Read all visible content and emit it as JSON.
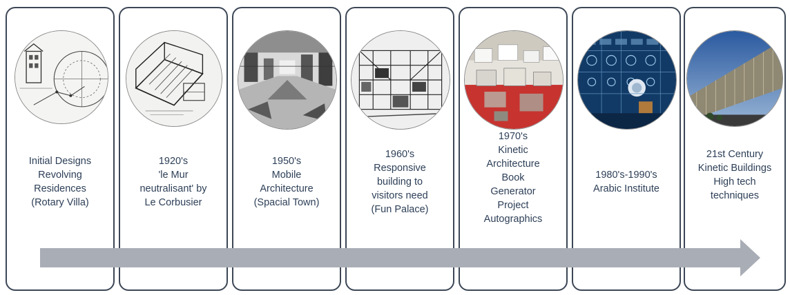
{
  "timeline": {
    "stages": [
      {
        "caption": "Initial Designs\nRevolving\nResidences\n(Rotary Villa)",
        "image": "rotary-villa-sketch"
      },
      {
        "caption": "1920's\n'le Mur\nneutralisant' by\nLe Corbusier",
        "image": "le-mur-neutralisant-sketch"
      },
      {
        "caption": "1950's\nMobile\nArchitecture\n(Spacial Town)",
        "image": "spacial-town-sketch"
      },
      {
        "caption": "1960's\nResponsive\nbuilding to\nvisitors need\n(Fun Palace)",
        "image": "fun-palace-drawing"
      },
      {
        "caption": "1970's\nKinetic\nArchitecture\nBook\nGenerator\nProject\nAutographics",
        "image": "generator-project-model-photo"
      },
      {
        "caption": "1980's-1990's\nArabic Institute",
        "image": "arabic-institute-facade-photo"
      },
      {
        "caption": "21st Century\nKinetic Buildings\nHigh tech\ntechniques",
        "image": "kinetic-building-photo"
      }
    ]
  },
  "colors": {
    "panel_border": "#3c4655",
    "caption_text": "#2d3f57",
    "arrow_fill": "#a9adb5"
  }
}
